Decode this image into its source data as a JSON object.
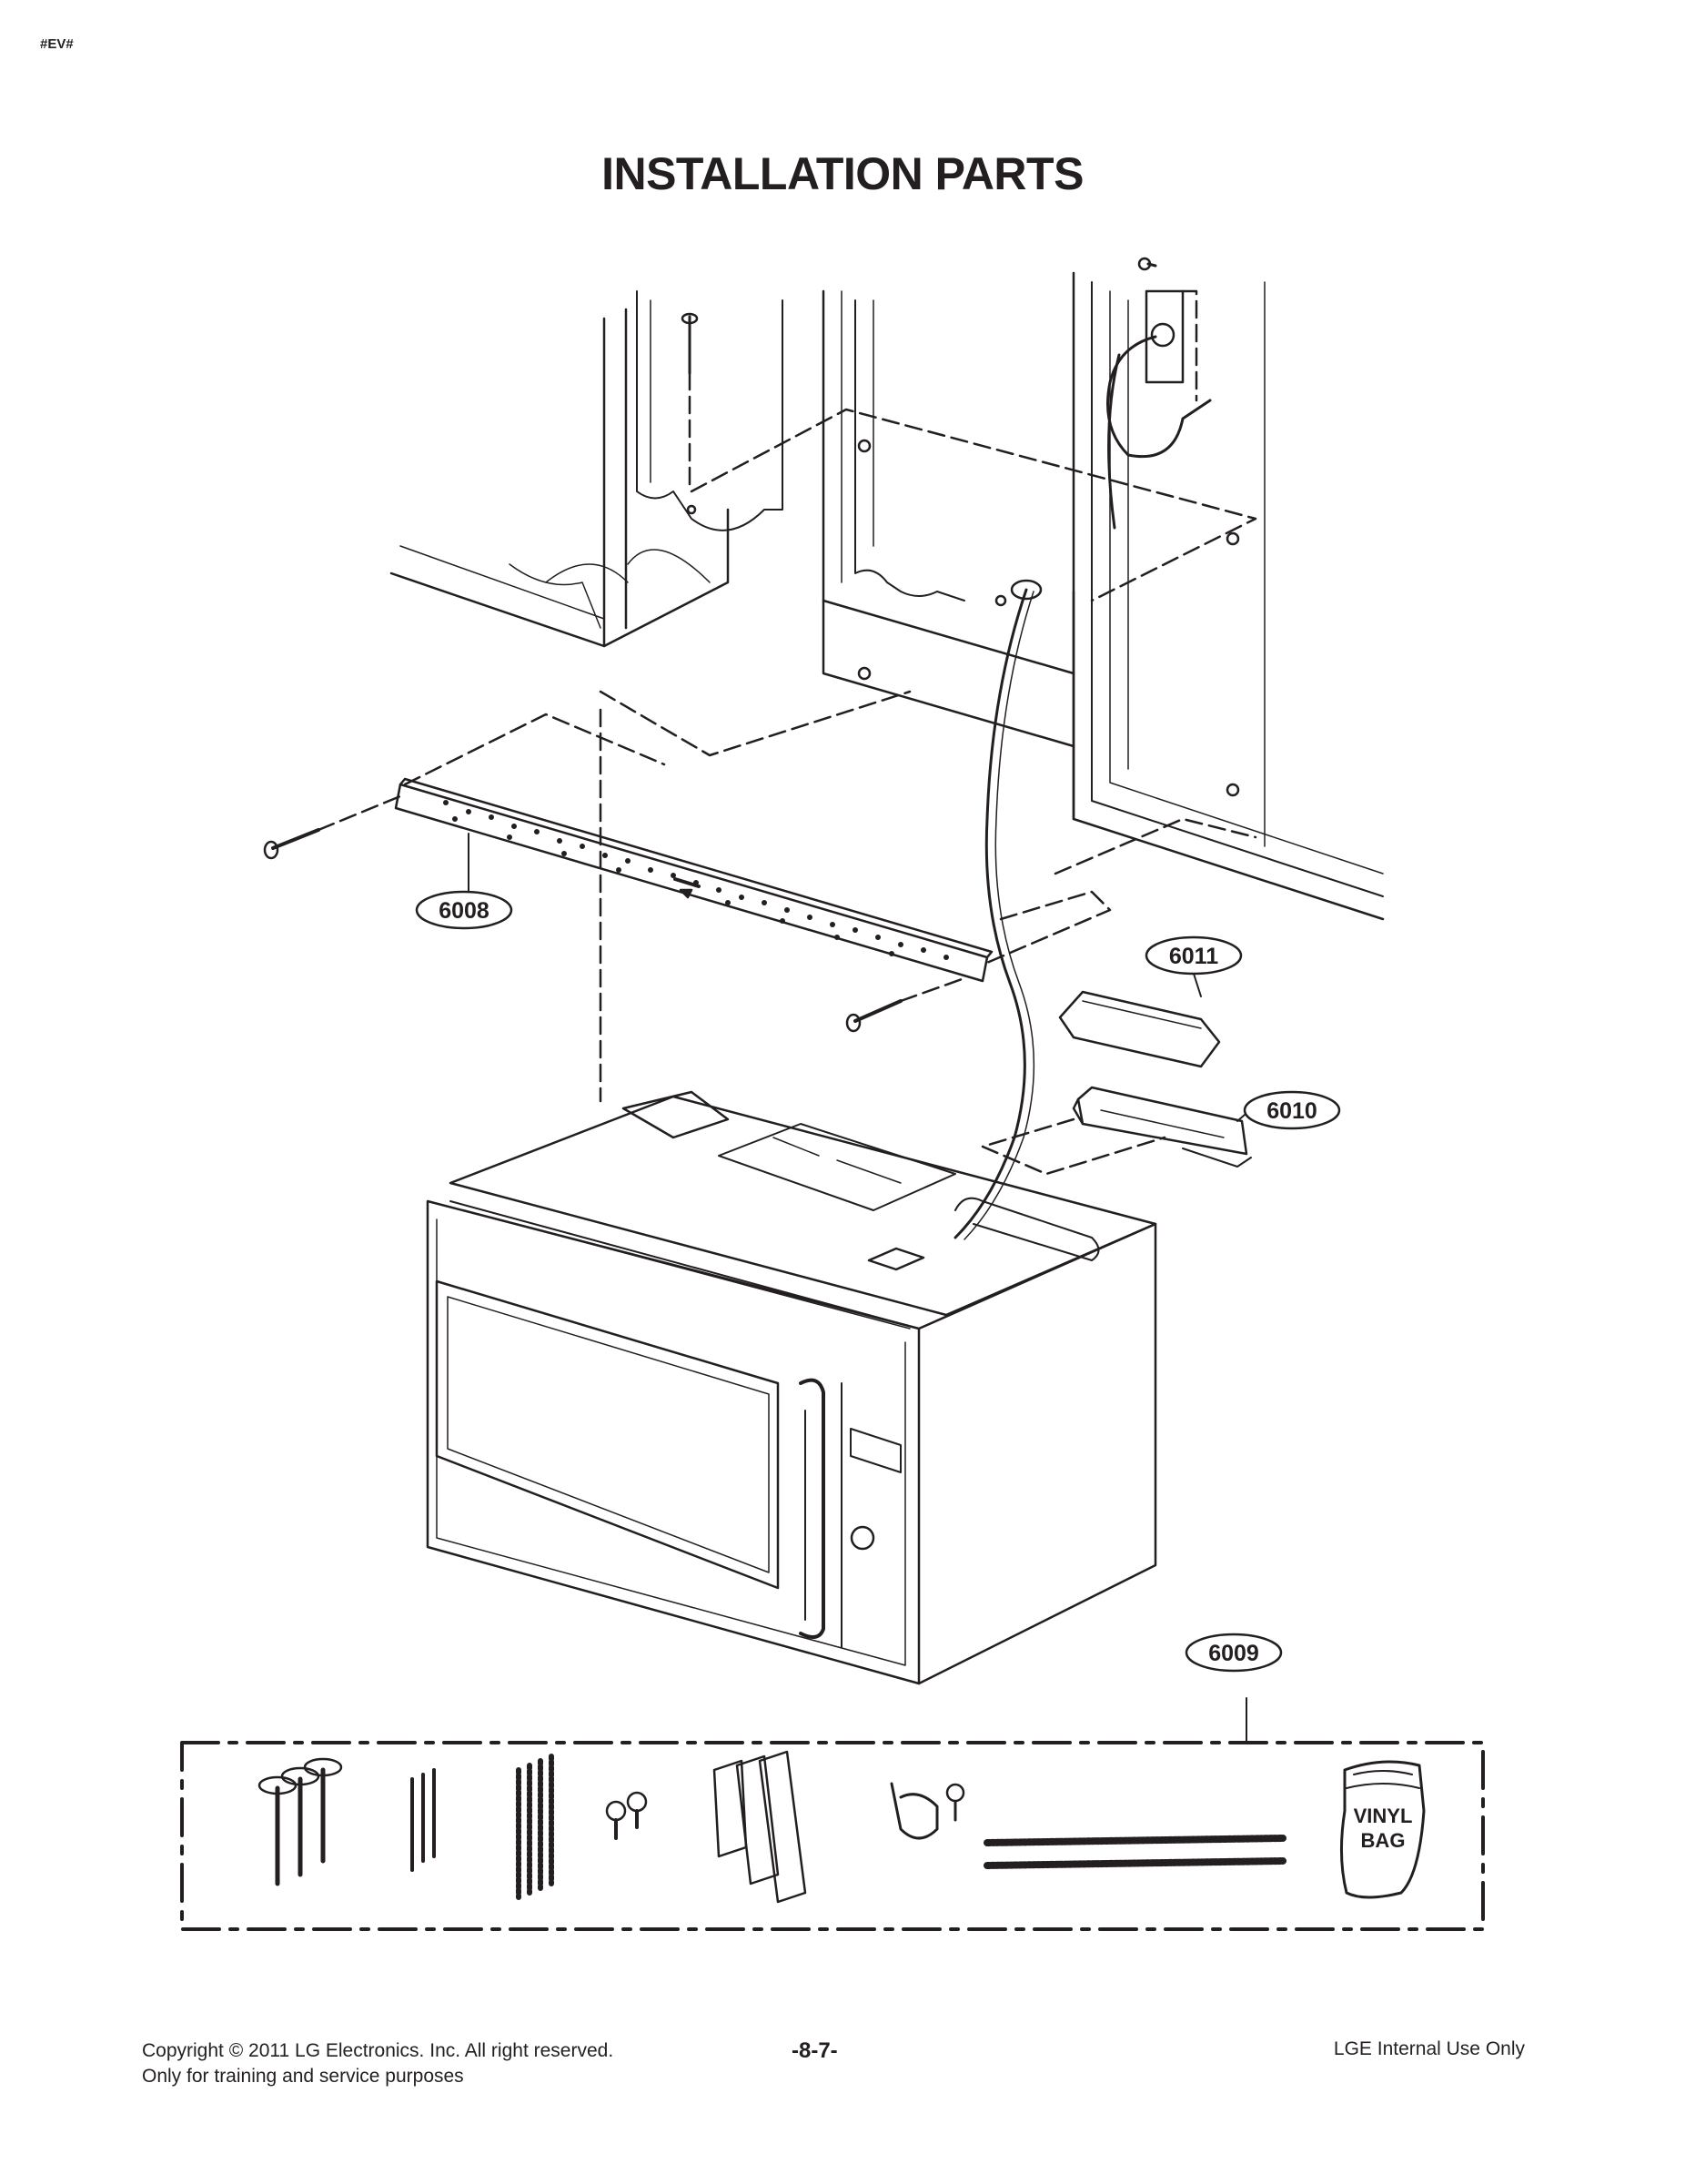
{
  "header_tag": "#EV#",
  "title": "INSTALLATION PARTS",
  "callouts": {
    "bracket": "6008",
    "kit": "6009",
    "box": "6010",
    "cover": "6011"
  },
  "vinyl_bag": {
    "line1": "VINYL",
    "line2": "BAG"
  },
  "footer": {
    "copyright": "Copyright © 2011 LG Electronics. Inc. All right reserved.",
    "training": "Only for training and service purposes",
    "page_number": "-8-7-",
    "internal": "LGE Internal Use Only"
  }
}
